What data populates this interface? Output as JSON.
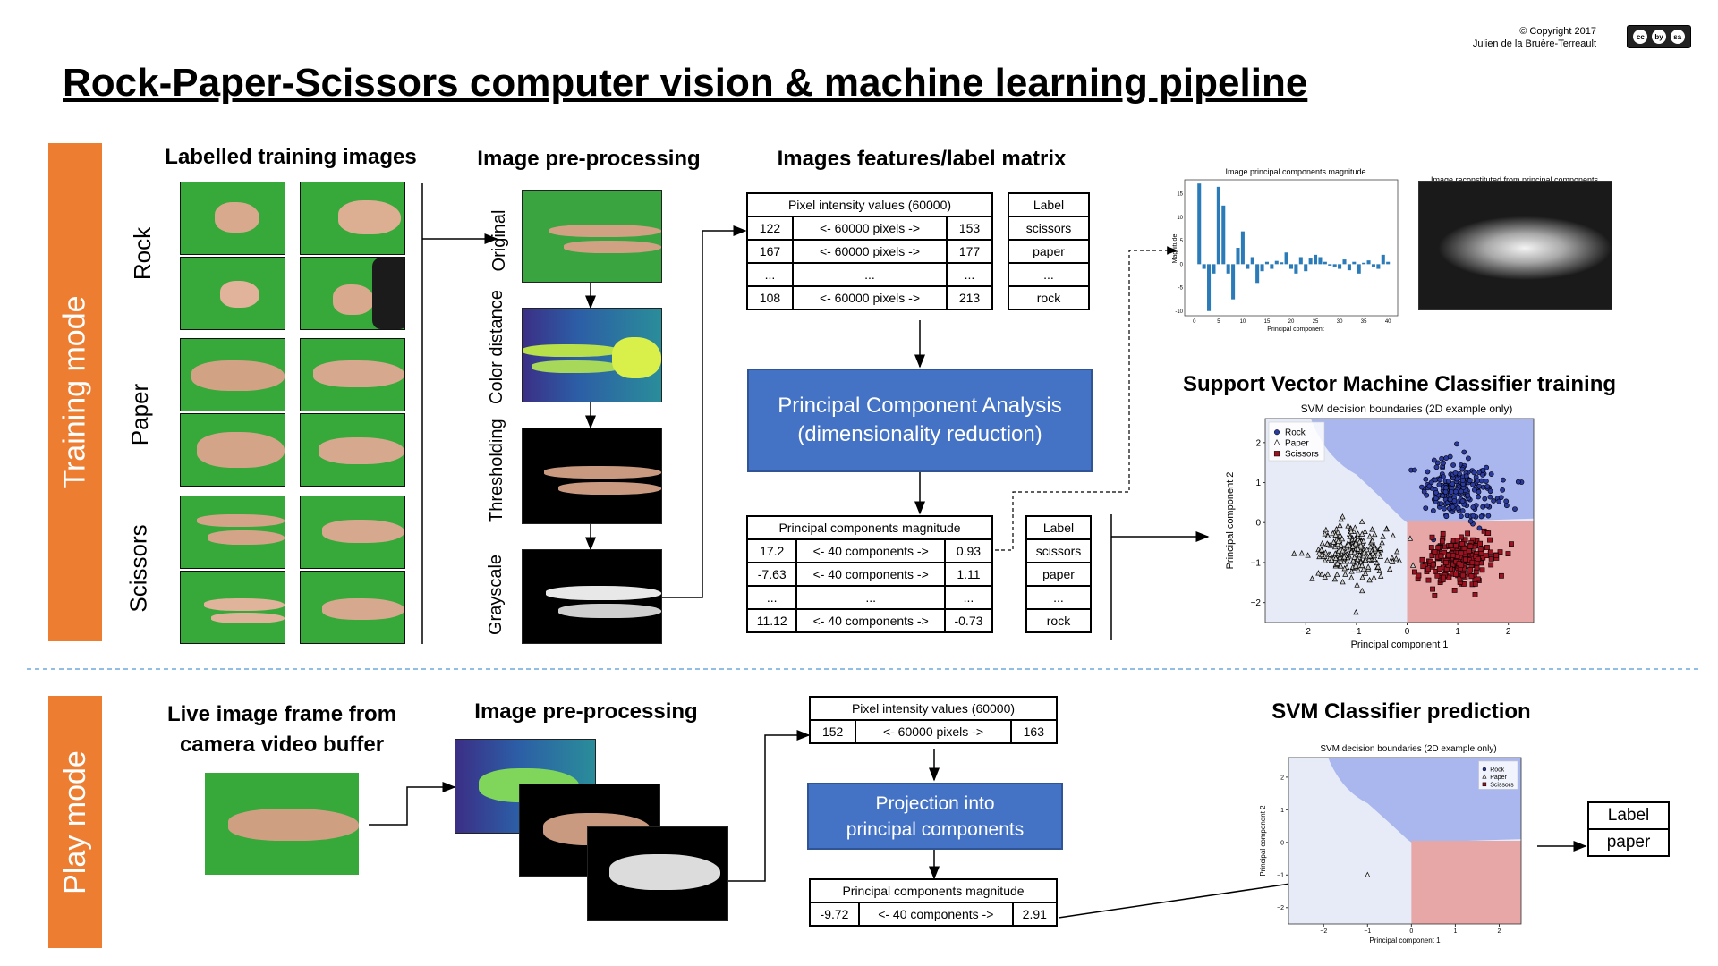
{
  "title": "Rock-Paper-Scissors computer vision & machine learning pipeline",
  "copyright": {
    "line1": "© Copyright 2017",
    "line2": "Julien de la Bruère-Terreault",
    "badge": [
      "cc",
      "by",
      "sa"
    ]
  },
  "colors": {
    "orange": "#ed7d31",
    "blue": "#4472c4",
    "green": "#37a83a",
    "rock": "#2b3a9e",
    "scissors": "#9b1220",
    "rock_region": "#a9b7ee",
    "scissors_region": "#e7a7a7",
    "paper_region": "#e6ebf7"
  },
  "training": {
    "mode_label": "Training mode",
    "labelled_header": "Labelled training images",
    "row_labels": [
      "Rock",
      "Paper",
      "Scissors"
    ],
    "preproc_header": "Image pre-processing",
    "steps": [
      "Original",
      "Color distance",
      "Thresholding",
      "Grayscale"
    ],
    "matrix_header": "Images features/label matrix",
    "pixel_table": {
      "header": "Pixel intensity values (60000)",
      "rows": [
        [
          "122",
          "<- 60000 pixels ->",
          "153"
        ],
        [
          "167",
          "<- 60000 pixels ->",
          "177"
        ],
        [
          "...",
          "...",
          "..."
        ],
        [
          "108",
          "<- 60000 pixels ->",
          "213"
        ]
      ]
    },
    "label_table": {
      "header": "Label",
      "rows": [
        "scissors",
        "paper",
        "...",
        "rock"
      ]
    },
    "pca_box": {
      "line1": "Principal Component Analysis",
      "line2": "(dimensionality reduction)"
    },
    "pc_table": {
      "header": "Principal components magnitude",
      "rows": [
        [
          "17.2",
          "<- 40 components ->",
          "0.93"
        ],
        [
          "-7.63",
          "<- 40 components ->",
          "1.11"
        ],
        [
          "...",
          "...",
          "..."
        ],
        [
          "11.12",
          "<- 40 components ->",
          "-0.73"
        ]
      ]
    },
    "pc_label_table": {
      "header": "Label",
      "rows": [
        "scissors",
        "paper",
        "...",
        "rock"
      ]
    },
    "svm_header": "Support Vector Machine Classifier training",
    "reconstructed_title": "Image reconstituted from principal components"
  },
  "play": {
    "mode_label": "Play mode",
    "live_header_line1": "Live image frame from",
    "live_header_line2": "camera video buffer",
    "preproc_header": "Image pre-processing",
    "pixel_table": {
      "header": "Pixel intensity values (60000)",
      "row": [
        "152",
        "<- 60000 pixels ->",
        "163"
      ]
    },
    "projection_box": {
      "line1": "Projection into",
      "line2": "principal components"
    },
    "pc_table": {
      "header": "Principal components magnitude",
      "row": [
        "-9.72",
        "<- 40 components ->",
        "2.91"
      ]
    },
    "prediction_header": "SVM Classifier prediction",
    "result": {
      "header": "Label",
      "value": "paper"
    }
  },
  "chart_data": [
    {
      "type": "bar",
      "title": "Image principal components magnitude",
      "xlabel": "Principal component",
      "ylabel": "Magnitude",
      "ylim": [
        -10,
        17
      ],
      "x_ticks": [
        0,
        5,
        10,
        15,
        20,
        25,
        30,
        35,
        40
      ],
      "y_ticks": [
        15,
        10,
        5,
        0,
        -5,
        -10
      ],
      "values": [
        17.2,
        -1,
        -10,
        -2,
        16.5,
        12.5,
        -2,
        -7.5,
        3.5,
        7,
        -1,
        1.5,
        -4,
        -1.5,
        0.5,
        -1,
        0.7,
        0.4,
        2.5,
        -1,
        -2,
        1.5,
        -1.5,
        1.2,
        2,
        1.5,
        0.5,
        -0.3,
        -0.5,
        -1,
        1,
        -1.3,
        0.5,
        -2,
        0.3,
        0.8,
        -0.5,
        -1,
        2,
        0.5
      ]
    },
    {
      "type": "scatter",
      "title": "SVM decision boundaries (2D example only)",
      "xlabel": "Principal component 1",
      "ylabel": "Principal component 2",
      "xlim": [
        -2.8,
        2.5
      ],
      "ylim": [
        -2.5,
        2.6
      ],
      "x_ticks": [
        -2,
        -1,
        0,
        1,
        2
      ],
      "y_ticks": [
        2,
        1,
        0,
        -1,
        -2
      ],
      "legend": "top-left",
      "series": [
        {
          "name": "Rock",
          "marker": "circle",
          "color": "#2b3a9e",
          "center": [
            1.0,
            0.8
          ],
          "spread": [
            0.65,
            0.65
          ],
          "count": 220
        },
        {
          "name": "Paper",
          "marker": "triangle",
          "color": "#cfcfcf",
          "center": [
            -1.05,
            -0.75
          ],
          "spread": [
            0.65,
            0.6
          ],
          "count": 220
        },
        {
          "name": "Scissors",
          "marker": "square",
          "color": "#9b1220",
          "center": [
            1.0,
            -0.95
          ],
          "spread": [
            0.6,
            0.55
          ],
          "count": 220
        }
      ]
    },
    {
      "type": "scatter",
      "title": "SVM decision boundaries (2D example only)",
      "xlabel": "Principal component 1",
      "ylabel": "Principal component 2",
      "xlim": [
        -2.8,
        2.5
      ],
      "ylim": [
        -2.5,
        2.6
      ],
      "x_ticks": [
        -2,
        -1,
        0,
        1,
        2
      ],
      "y_ticks": [
        2,
        1,
        0,
        -1,
        -2
      ],
      "legend": "top-right",
      "series": [
        {
          "name": "Rock",
          "marker": "circle",
          "color": "#2b3a9e"
        },
        {
          "name": "Paper",
          "marker": "triangle",
          "color": "#cfcfcf",
          "points": [
            [
              -1.0,
              -1.0
            ]
          ]
        },
        {
          "name": "Scissors",
          "marker": "square",
          "color": "#9b1220"
        }
      ]
    }
  ]
}
